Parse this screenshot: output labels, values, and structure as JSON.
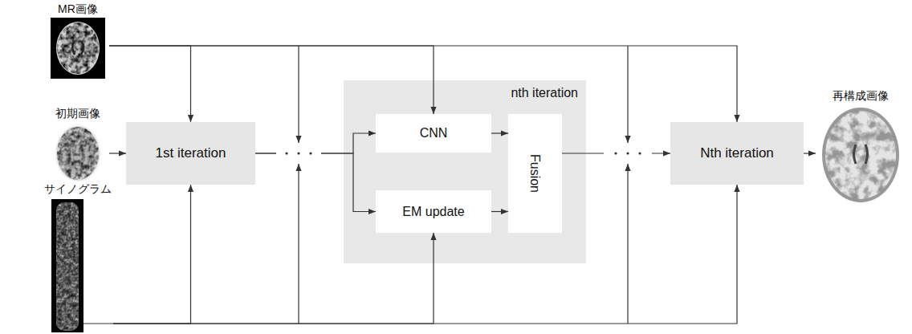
{
  "diagram": {
    "nodes": [
      {
        "text": [
          "MR画像"
        ]
      },
      {
        "text": [
          "初期画像"
        ]
      },
      {
        "text": [
          "サイノグラム"
        ]
      },
      {
        "text": [
          "1st iteration"
        ]
      },
      {
        "text": [
          "nth iteration"
        ]
      },
      {
        "text": [
          "CNN"
        ],
        "in": 4
      },
      {
        "text": [
          "EM update"
        ],
        "in": 4
      },
      {
        "text": [
          "Fusion"
        ],
        "in": 4
      },
      {
        "text": [
          "Nth iteration"
        ]
      },
      {
        "text": [
          "再構成画像"
        ]
      }
    ],
    "edges": [
      {
        "from": 1,
        "to": 3,
        "arrow": "to"
      },
      {
        "from": 0,
        "to": 3,
        "arrow": "to"
      },
      {
        "from": 2,
        "to": 3,
        "arrow": "to"
      },
      {
        "from": 3,
        "to": 5,
        "arrow": "to"
      },
      {
        "from": 3,
        "to": 6,
        "arrow": "to"
      },
      {
        "from": 0,
        "to": 5,
        "arrow": "to"
      },
      {
        "from": 2,
        "to": 6,
        "arrow": "to"
      },
      {
        "from": 5,
        "to": 7,
        "arrow": "to"
      },
      {
        "from": 6,
        "to": 7,
        "arrow": "to"
      },
      {
        "from": 7,
        "to": 8,
        "arrow": "to"
      },
      {
        "from": 0,
        "to": 8,
        "arrow": "to"
      },
      {
        "from": 2,
        "to": 8,
        "arrow": "to"
      },
      {
        "from": 8,
        "to": 9,
        "arrow": "to"
      }
    ]
  }
}
